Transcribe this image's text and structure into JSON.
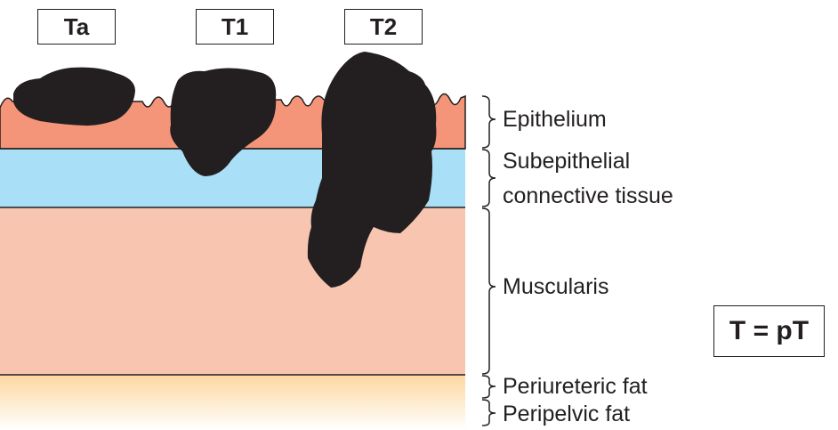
{
  "stages": [
    "Ta",
    "T1",
    "T2"
  ],
  "layers": [
    {
      "name": "Epithelium",
      "color": "#f4957a"
    },
    {
      "name": "Subepithelial connective tissue",
      "line1": "Subepithelial",
      "line2": "connective tissue",
      "color": "#a9e0f8"
    },
    {
      "name": "Muscularis",
      "color": "#f8c6b0"
    },
    {
      "name": "Periureteric fat",
      "color": "#fdd7a0"
    },
    {
      "name": "Peripelvic fat",
      "color": "#ffffff"
    }
  ],
  "legend": "T = pT"
}
